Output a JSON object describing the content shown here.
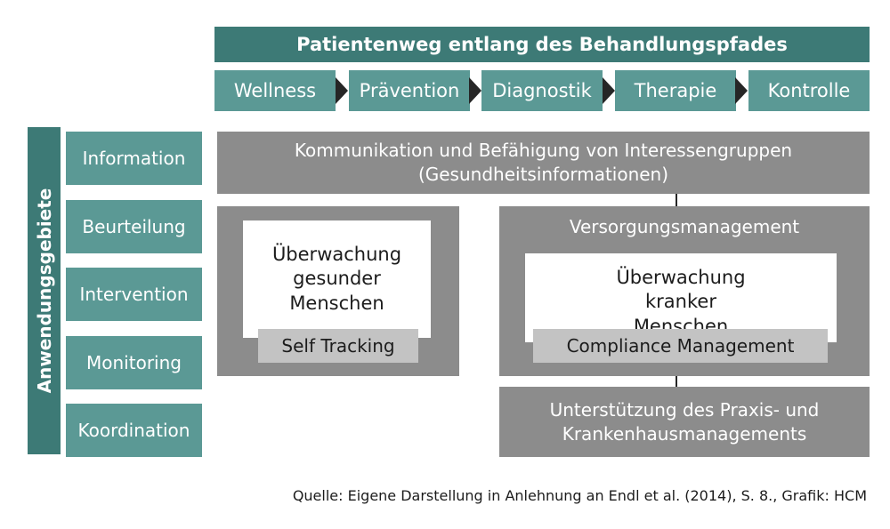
{
  "colors": {
    "teal_dark": "#3d7a76",
    "teal": "#5b9995",
    "grey": "#8c8c8c",
    "grey_light": "#c3c3c3"
  },
  "header": {
    "title": "Patientenweg entlang des Behandlungspfades"
  },
  "stages": [
    "Wellness",
    "Prävention",
    "Diagnostik",
    "Therapie",
    "Kontrolle"
  ],
  "side": {
    "title": "Anwendungsgebiete",
    "items": [
      "Information",
      "Beurteilung",
      "Intervention",
      "Monitoring",
      "Koordination"
    ]
  },
  "top_box": {
    "text": "Kommunikation und Befähigung von Interessengruppen (Gesundheitsinformationen)"
  },
  "left_panel": {
    "inner": "Überwachung gesunder Menschen",
    "label": "Self Tracking"
  },
  "right_panel": {
    "title": "Versorgungsmanagement",
    "inner": "Überwachung kranker Menschen",
    "label": "Compliance Management"
  },
  "bottom_box": {
    "text": "Unterstützung des Praxis- und Krankenhausmanagements"
  },
  "caption": "Quelle:  Eigene Darstellung in Anlehnung an Endl et al. (2014), S. 8., Grafik: HCM"
}
